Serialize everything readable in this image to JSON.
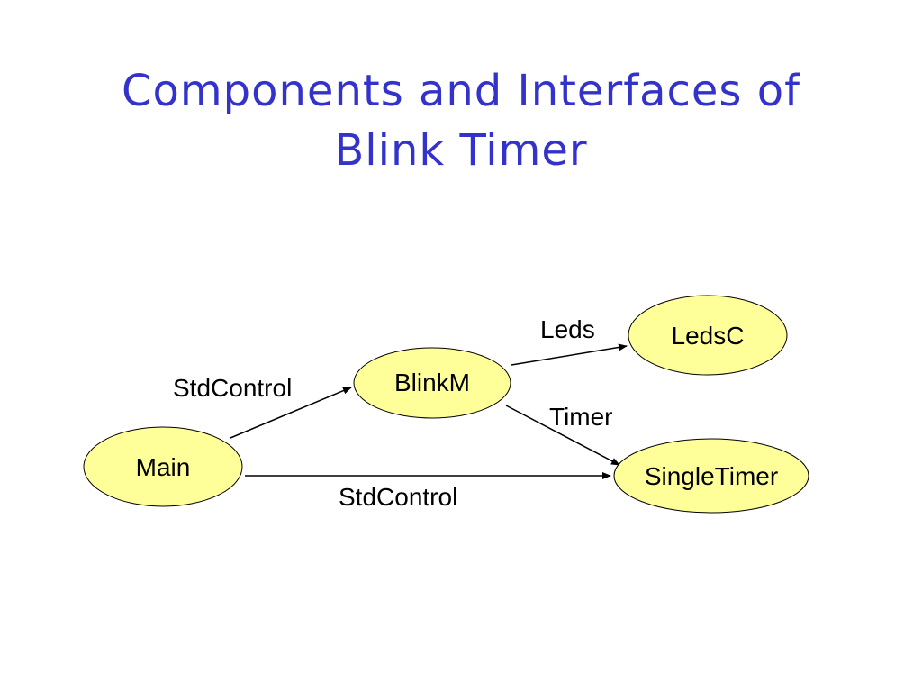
{
  "slide": {
    "title_line1": "Components and Interfaces of",
    "title_line2": "Blink Timer"
  },
  "diagram": {
    "nodes": {
      "main": "Main",
      "blinkm": "BlinkM",
      "ledsc": "LedsC",
      "singletimer": "SingleTimer"
    },
    "edges": {
      "main_to_blinkm": "StdControl",
      "main_to_singletimer": "StdControl",
      "blinkm_to_ledsc": "Leds",
      "blinkm_to_singletimer": "Timer"
    },
    "colors": {
      "node_fill": "#FFFF99",
      "title": "#3333CC"
    }
  }
}
